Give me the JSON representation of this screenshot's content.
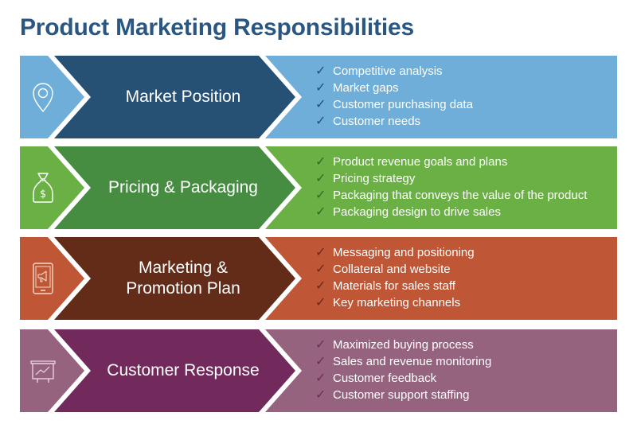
{
  "title": "Product Marketing Responsibilities",
  "rows": [
    {
      "label": "Market Position",
      "icon": "location-pin-icon",
      "colors": {
        "light": "#6faed9",
        "dark": "#265074",
        "check": "#265074"
      },
      "items": [
        "Competitive analysis",
        "Market gaps",
        "Customer purchasing data",
        "Customer needs"
      ]
    },
    {
      "label": "Pricing & Packaging",
      "icon": "money-bag-icon",
      "colors": {
        "light": "#6bb045",
        "dark": "#468d42",
        "check": "#2f6a2c"
      },
      "items": [
        "Product revenue goals and plans",
        "Pricing strategy",
        "Packaging that conveys the value of the product",
        "Packaging design to drive sales"
      ]
    },
    {
      "label_line1": "Marketing &",
      "label_line2": "Promotion Plan",
      "icon": "mobile-megaphone-icon",
      "colors": {
        "light": "#bf5736",
        "dark": "#622c19",
        "check": "#622c19"
      },
      "items": [
        "Messaging and positioning",
        "Collateral and website",
        "Materials for sales staff",
        "Key marketing channels"
      ]
    },
    {
      "label": "Customer Response",
      "icon": "presentation-chart-icon",
      "colors": {
        "light": "#96637e",
        "dark": "#722a5c",
        "check": "#722a5c"
      },
      "items": [
        "Maximized buying process",
        "Sales and revenue monitoring",
        "Customer feedback",
        "Customer support staffing"
      ]
    }
  ],
  "check_glyph": "✓"
}
